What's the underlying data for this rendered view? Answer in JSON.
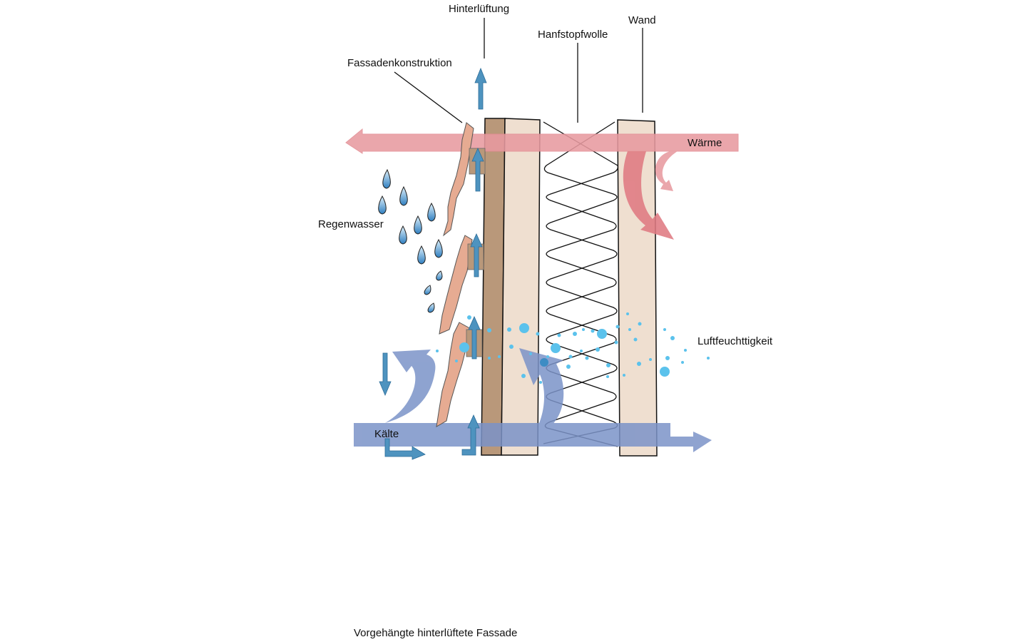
{
  "labels": {
    "hinterlueftung": "Hinterlüftung",
    "fassadenkonstruktion": "Fassadenkonstruktion",
    "hanfstopfwolle": "Hanfstopfwolle",
    "wand": "Wand",
    "waerme": "Wärme",
    "regenwasser": "Regenwasser",
    "luftfeuchtigkeit": "Luftfeuchttigkeit",
    "kaelte": "Kälte"
  },
  "caption": "Vorgehängte hinterlüftete Fassade",
  "colors": {
    "warm": "#e89aa0",
    "cold": "#7b93c8",
    "cladding": "#e6ab92",
    "batten": "#b9987a",
    "board": "#efdfd0",
    "small_arrow": "#4e93bf",
    "moisture": "#5bc2ec",
    "drop": "#3d8cc4"
  }
}
